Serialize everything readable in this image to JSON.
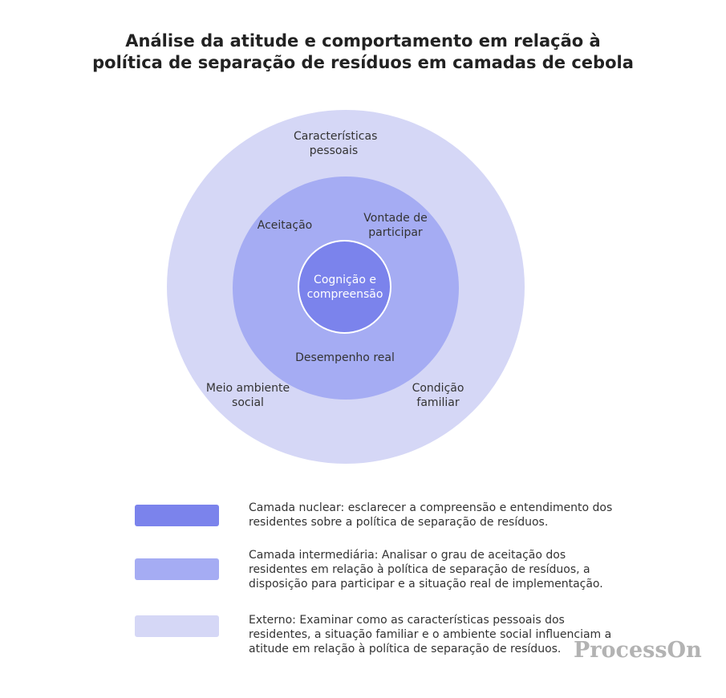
{
  "title": {
    "line1": "Análise da atitude e comportamento em relação à",
    "line2": "política de separação de resíduos em camadas de cebola"
  },
  "colors": {
    "inner": "#7b83ec",
    "middle": "#a5acf3",
    "outer": "#d5d7f6"
  },
  "diagram": {
    "outer_labels": {
      "top": [
        "Características",
        "pessoais"
      ],
      "bottom_left": [
        "Meio ambiente",
        "social"
      ],
      "bottom_right": [
        "Condição",
        "familiar"
      ]
    },
    "middle_labels": {
      "left": "Aceitação",
      "right": [
        "Vontade de",
        "participar"
      ],
      "bottom": "Desempenho real"
    },
    "inner_label": [
      "Cognição e",
      "compreensão"
    ]
  },
  "legend": [
    {
      "color": "#7b83ec",
      "lines": [
        "Camada nuclear: esclarecer a compreensão e entendimento dos",
        "residentes sobre a política de separação de resíduos."
      ]
    },
    {
      "color": "#a5acf3",
      "lines": [
        "Camada intermediária: Analisar o grau de aceitação dos",
        "residentes em relação à política de separação de resíduos, a",
        "disposição para participar e a situação real de implementação."
      ]
    },
    {
      "color": "#d5d7f6",
      "lines": [
        "Externo: Examinar como as características pessoais dos",
        "residentes, a situação familiar e o ambiente social influenciam a",
        "atitude em relação à política de separação de resíduos."
      ]
    }
  ],
  "watermark": "ProcessOn"
}
